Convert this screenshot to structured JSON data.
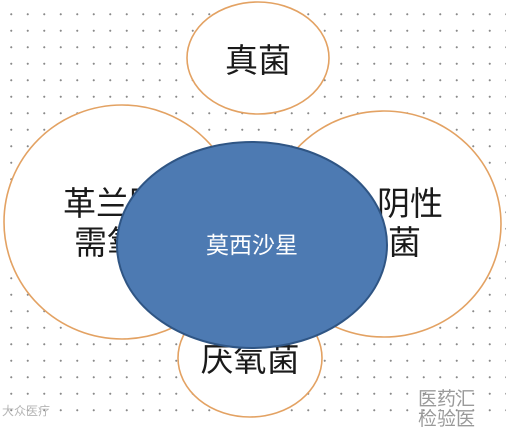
{
  "colors": {
    "outer_stroke": "#e3a263",
    "center_fill": "#4d7ab2",
    "center_stroke": "#2f5584",
    "outer_text": "#1a1a1a",
    "center_text": "#ffffff"
  },
  "nodes": {
    "top": {
      "label": "真菌"
    },
    "left": {
      "label_line1": "革兰阳",
      "label_line2": "需氧菌"
    },
    "right": {
      "label_line1": "阴性",
      "label_line2": "菌"
    },
    "bottom": {
      "label": "厌氧菌"
    },
    "center": {
      "label": "莫西沙星"
    }
  },
  "watermarks": {
    "left": "大众医疗",
    "right_line1": "医药汇",
    "right_line2": "检验医"
  }
}
